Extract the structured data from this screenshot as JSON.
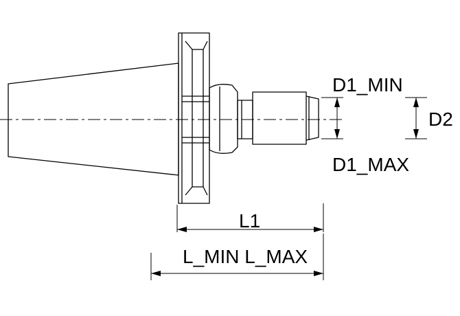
{
  "labels": {
    "d1_min": "D1_MIN",
    "d2": "D2",
    "d1_max": "D1_MAX",
    "l1": "L1",
    "l_min_max": "L_MIN L_MAX"
  },
  "colors": {
    "line": "#000000",
    "background": "#ffffff"
  }
}
